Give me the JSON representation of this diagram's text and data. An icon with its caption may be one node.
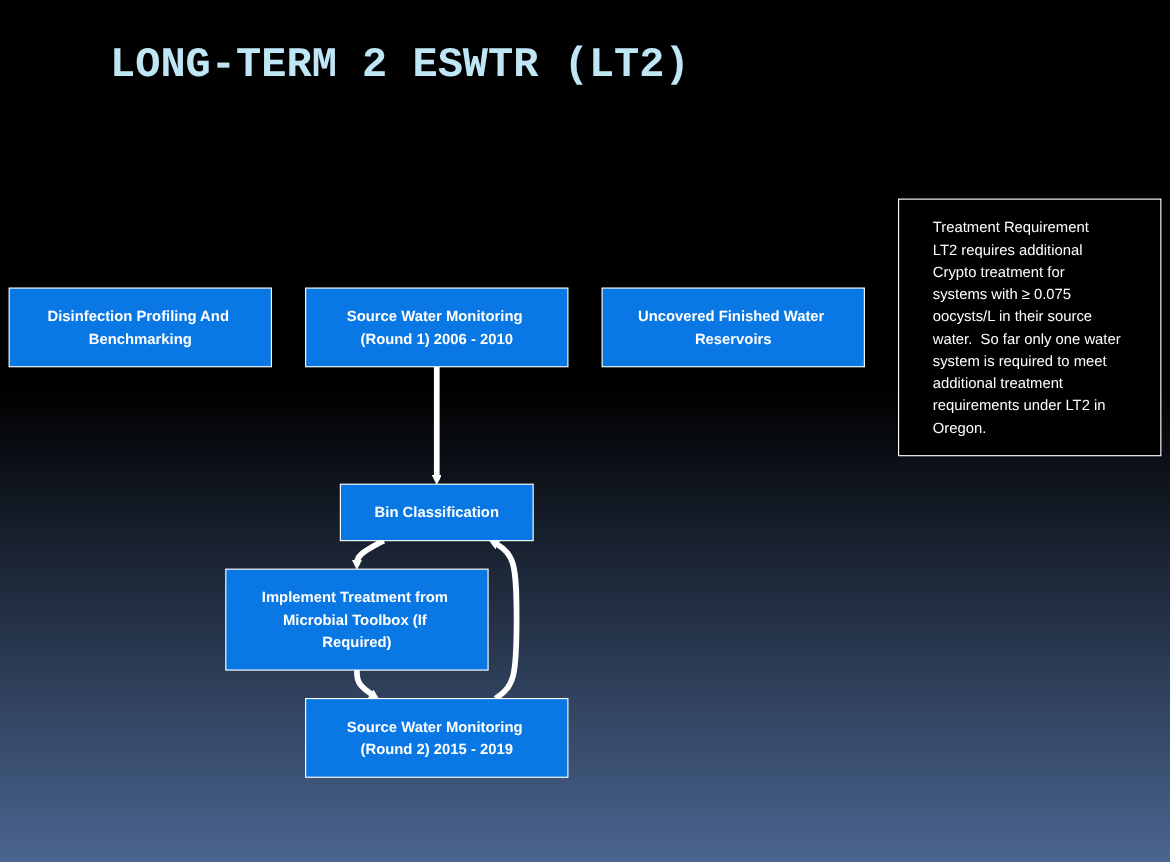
{
  "diagram": {
    "title": "LONG-TERM 2 ESWTR (LT2)",
    "nodes": [
      {
        "text": [
          "Disinfection Profiling And Benchmarking"
        ]
      },
      {
        "text": [
          "Source Water Monitoring (Round 1) 2006 - 2010"
        ]
      },
      {
        "text": [
          "Uncovered Finished Water Reservoirs"
        ]
      },
      {
        "text": [
          "Bin Classification"
        ]
      },
      {
        "text": [
          "Implement Treatment from Microbial Toolbox (If Required)"
        ]
      },
      {
        "text": [
          "Source Water Monitoring (Round 2) 2015 - 2019"
        ]
      },
      {
        "text": [
          "Treatment Requirement",
          "LT2 requires additional Crypto treatment for systems with ≥ 0.075 oocysts/L in their source water.  So far only one water system is required to meet additional treatment requirements under LT2 in Oregon."
        ]
      }
    ],
    "edges": [
      {
        "from": 1,
        "to": 3,
        "arrow": "to"
      },
      {
        "from": 3,
        "to": 4,
        "arrow": "to"
      },
      {
        "from": 4,
        "to": 5,
        "arrow": "to"
      },
      {
        "from": 5,
        "to": 3,
        "arrow": "to"
      }
    ]
  }
}
